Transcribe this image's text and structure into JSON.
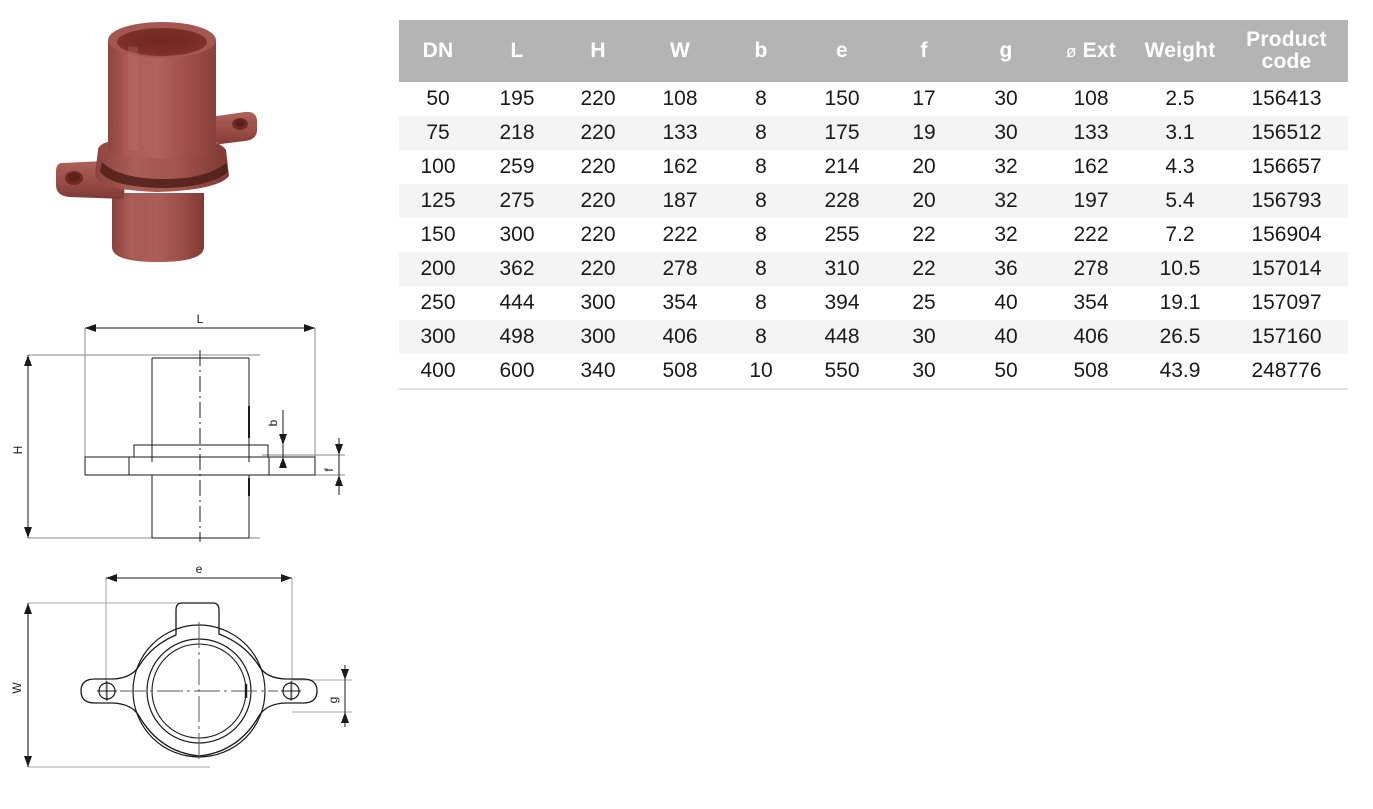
{
  "photo": {
    "alt": "cast iron flanged pipe coupling",
    "body_color": "#a4534d",
    "interior_color": "#7a2f26",
    "shadow_color": "#8d423d"
  },
  "drawings": {
    "side_view": {
      "name": "side elevation",
      "labels": {
        "length": "L",
        "height": "H",
        "flange_thickness": "b",
        "foot_thickness": "f"
      }
    },
    "plan_view": {
      "name": "plan view",
      "labels": {
        "bolt_span": "e",
        "width": "W",
        "lug_width": "g"
      }
    }
  },
  "table": {
    "headers": [
      "DN",
      "L",
      "H",
      "W",
      "b",
      "e",
      "f",
      "g",
      "ø Ext",
      "Weight",
      "Product code"
    ],
    "header_phi": "ø",
    "header_ext": "Ext",
    "header_product": "Product",
    "header_code": "code",
    "header_bg": "#b4b4b4",
    "header_fg": "#ffffff",
    "stripe_bg": "#f4f4f4",
    "rows": [
      {
        "dn": "50",
        "l": "195",
        "h": "220",
        "w": "108",
        "b": "8",
        "e": "150",
        "f": "17",
        "g": "30",
        "ext": "108",
        "weight": "2.5",
        "code": "156413"
      },
      {
        "dn": "75",
        "l": "218",
        "h": "220",
        "w": "133",
        "b": "8",
        "e": "175",
        "f": "19",
        "g": "30",
        "ext": "133",
        "weight": "3.1",
        "code": "156512"
      },
      {
        "dn": "100",
        "l": "259",
        "h": "220",
        "w": "162",
        "b": "8",
        "e": "214",
        "f": "20",
        "g": "32",
        "ext": "162",
        "weight": "4.3",
        "code": "156657"
      },
      {
        "dn": "125",
        "l": "275",
        "h": "220",
        "w": "187",
        "b": "8",
        "e": "228",
        "f": "20",
        "g": "32",
        "ext": "197",
        "weight": "5.4",
        "code": "156793"
      },
      {
        "dn": "150",
        "l": "300",
        "h": "220",
        "w": "222",
        "b": "8",
        "e": "255",
        "f": "22",
        "g": "32",
        "ext": "222",
        "weight": "7.2",
        "code": "156904"
      },
      {
        "dn": "200",
        "l": "362",
        "h": "220",
        "w": "278",
        "b": "8",
        "e": "310",
        "f": "22",
        "g": "36",
        "ext": "278",
        "weight": "10.5",
        "code": "157014"
      },
      {
        "dn": "250",
        "l": "444",
        "h": "300",
        "w": "354",
        "b": "8",
        "e": "394",
        "f": "25",
        "g": "40",
        "ext": "354",
        "weight": "19.1",
        "code": "157097"
      },
      {
        "dn": "300",
        "l": "498",
        "h": "300",
        "w": "406",
        "b": "8",
        "e": "448",
        "f": "30",
        "g": "40",
        "ext": "406",
        "weight": "26.5",
        "code": "157160"
      },
      {
        "dn": "400",
        "l": "600",
        "h": "340",
        "w": "508",
        "b": "10",
        "e": "550",
        "f": "30",
        "g": "50",
        "ext": "508",
        "weight": "43.9",
        "code": "248776"
      }
    ]
  },
  "chart_data": {
    "type": "table",
    "title": "",
    "categories": [
      "DN",
      "L",
      "H",
      "W",
      "b",
      "e",
      "f",
      "g",
      "ø Ext",
      "Weight",
      "Product code"
    ],
    "series": [
      {
        "name": "DN",
        "values": [
          50,
          75,
          100,
          125,
          150,
          200,
          250,
          300,
          400
        ]
      },
      {
        "name": "L",
        "values": [
          195,
          218,
          259,
          275,
          300,
          362,
          444,
          498,
          600
        ]
      },
      {
        "name": "H",
        "values": [
          220,
          220,
          220,
          220,
          220,
          220,
          300,
          300,
          340
        ]
      },
      {
        "name": "W",
        "values": [
          108,
          133,
          162,
          187,
          222,
          278,
          354,
          406,
          508
        ]
      },
      {
        "name": "b",
        "values": [
          8,
          8,
          8,
          8,
          8,
          8,
          8,
          8,
          10
        ]
      },
      {
        "name": "e",
        "values": [
          150,
          175,
          214,
          228,
          255,
          310,
          394,
          448,
          550
        ]
      },
      {
        "name": "f",
        "values": [
          17,
          19,
          20,
          20,
          22,
          22,
          25,
          30,
          30
        ]
      },
      {
        "name": "g",
        "values": [
          30,
          30,
          32,
          32,
          32,
          36,
          40,
          40,
          50
        ]
      },
      {
        "name": "ø Ext",
        "values": [
          108,
          133,
          162,
          197,
          222,
          278,
          354,
          406,
          508
        ]
      },
      {
        "name": "Weight",
        "values": [
          2.5,
          3.1,
          4.3,
          5.4,
          7.2,
          10.5,
          19.1,
          26.5,
          43.9
        ]
      },
      {
        "name": "Product code",
        "values": [
          156413,
          156512,
          156657,
          156793,
          156904,
          157014,
          157097,
          157160,
          248776
        ]
      }
    ]
  }
}
